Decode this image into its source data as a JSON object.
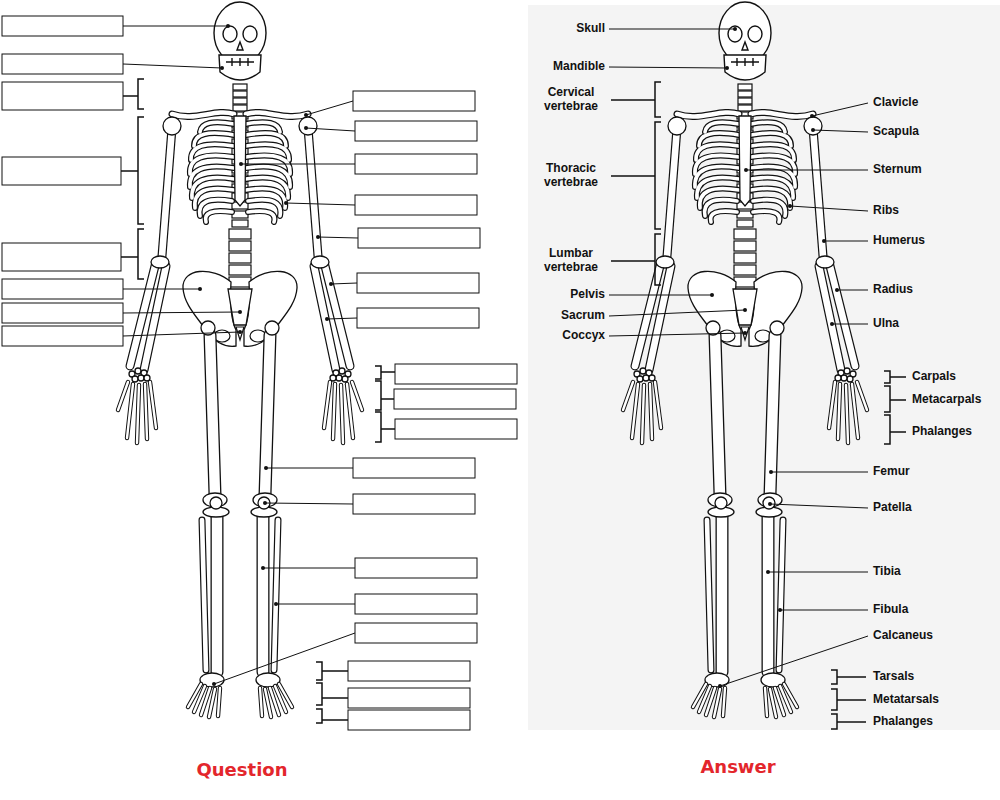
{
  "diagram": {
    "labels": [
      "Skull",
      "Mandible",
      "Cervical vertebrae",
      "Thoracic vertebrae",
      "Lumbar vertebrae",
      "Pelvis",
      "Sacrum",
      "Coccyx",
      "Clavicle",
      "Scapula",
      "Sternum",
      "Ribs",
      "Humerus",
      "Radius",
      "Ulna",
      "Carpals",
      "Metacarpals",
      "Phalanges",
      "Femur",
      "Patella",
      "Tibia",
      "Fibula",
      "Calcaneus",
      "Tarsals",
      "Metatarsals",
      "Phalanges",
      "Question",
      "Answer"
    ]
  }
}
